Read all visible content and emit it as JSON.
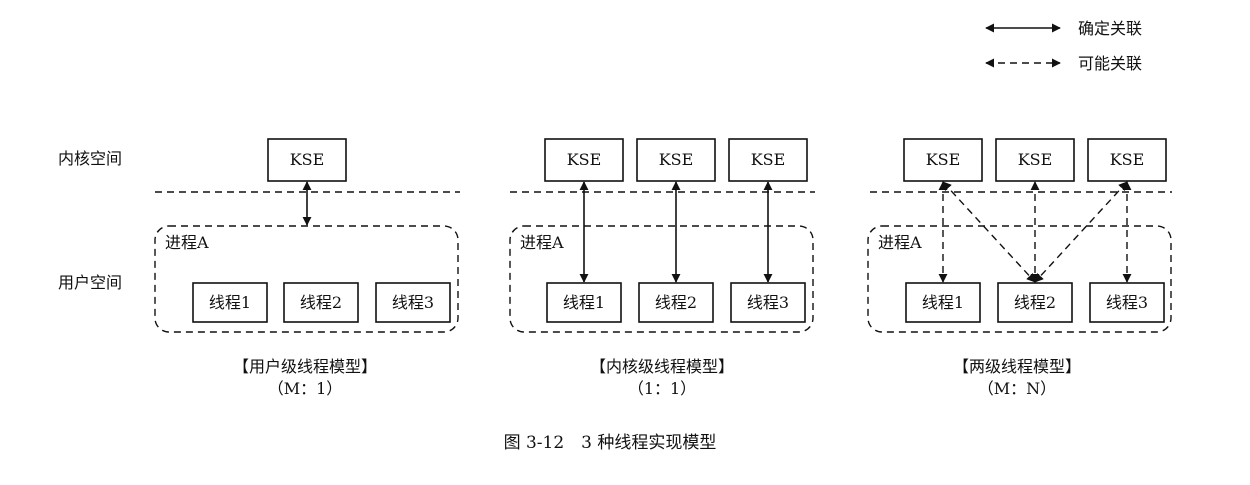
{
  "legend": {
    "definite": "确定关联",
    "possible": "可能关联"
  },
  "labels": {
    "kernel_space": "内核空间",
    "user_space": "用户空间"
  },
  "kse_label": "KSE",
  "process_label": "进程A",
  "threads": [
    "线程1",
    "线程2",
    "线程3"
  ],
  "models": [
    {
      "name": "【用户级线程模型】",
      "ratio": "（M：1）"
    },
    {
      "name": "【内核级线程模型】",
      "ratio": "（1：1）"
    },
    {
      "name": "【两级线程模型】",
      "ratio": "（M：N）"
    }
  ],
  "caption": "图 3-12　3 种线程实现模型"
}
